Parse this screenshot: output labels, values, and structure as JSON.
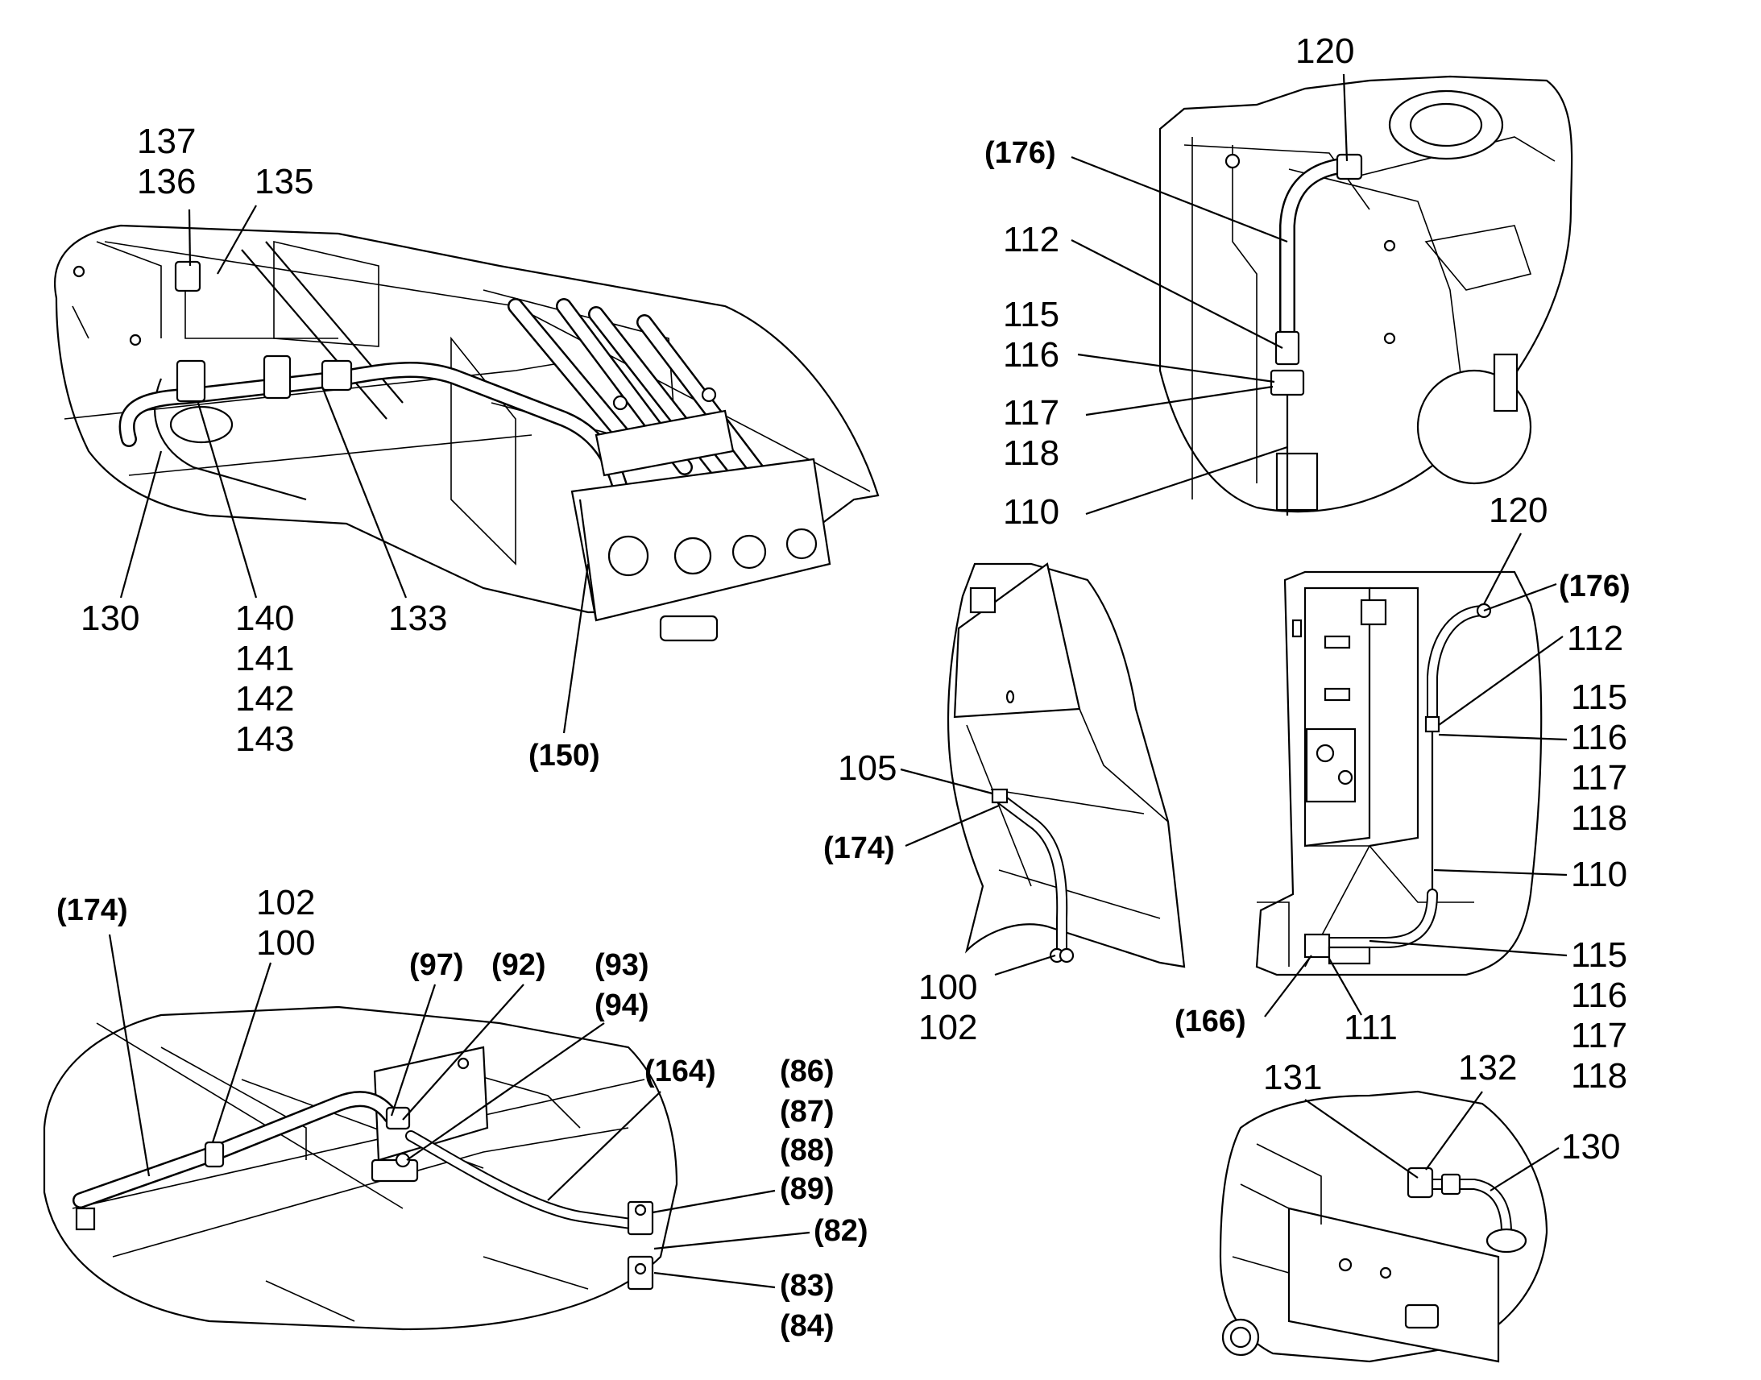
{
  "views": {
    "view1": {
      "labels": {
        "l137": "137",
        "l136": "136",
        "l135": "135",
        "l130": "130",
        "l140": "140",
        "l141": "141",
        "l142": "142",
        "l143": "143",
        "l133": "133",
        "l150": "(150)"
      }
    },
    "view2": {
      "labels": {
        "l120": "120",
        "l176": "(176)",
        "l112": "112",
        "l115": "115",
        "l116": "116",
        "l117": "117",
        "l118": "118",
        "l110": "110"
      }
    },
    "view3": {
      "labels": {
        "l105": "105",
        "l174": "(174)",
        "l100": "100",
        "l102": "102"
      }
    },
    "view4": {
      "labels": {
        "l120": "120",
        "l176": "(176)",
        "l112": "112",
        "l115a": "115",
        "l116a": "116",
        "l117a": "117",
        "l118a": "118",
        "l110": "110",
        "l115b": "115",
        "l116b": "116",
        "l117b": "117",
        "l118b": "118",
        "l166": "(166)",
        "l111": "111"
      }
    },
    "view5": {
      "labels": {
        "l174": "(174)",
        "l102": "102",
        "l100": "100",
        "l97": "(97)",
        "l92": "(92)",
        "l93": "(93)",
        "l94": "(94)",
        "l164": "(164)",
        "l86": "(86)",
        "l87": "(87)",
        "l88": "(88)",
        "l89": "(89)",
        "l82": "(82)",
        "l83": "(83)",
        "l84": "(84)"
      }
    },
    "view6": {
      "labels": {
        "l131": "131",
        "l132": "132",
        "l130": "130"
      }
    }
  }
}
